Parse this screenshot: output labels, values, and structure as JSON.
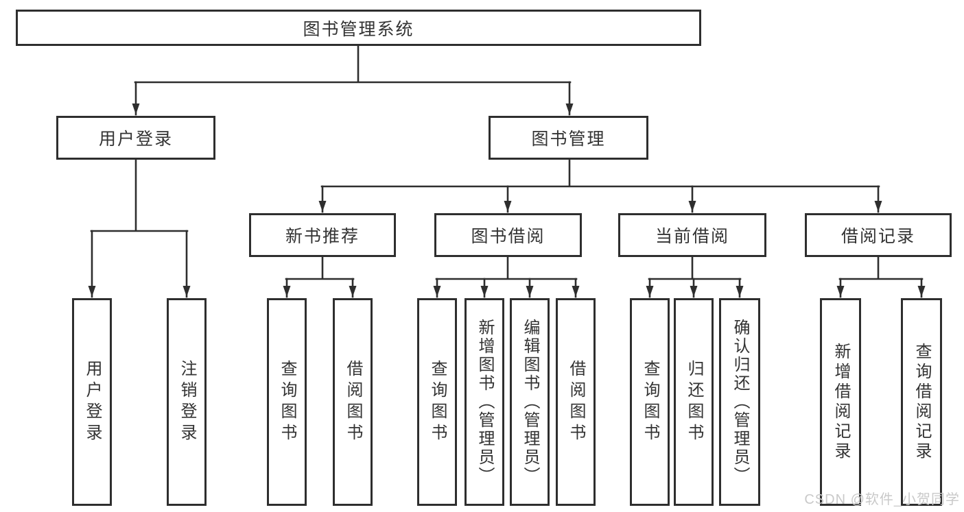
{
  "title": "图书管理系统",
  "watermark": "CSDN @软件_小贺同学",
  "colors": {
    "line": "#2e2e2e",
    "box_background": "#ffffff",
    "text": "#333333",
    "watermark": "#c9c9c9"
  },
  "tree": {
    "label": "图书管理系统",
    "children": [
      {
        "label": "用户登录",
        "children": [
          {
            "label": "用户登录"
          },
          {
            "label": "注销登录"
          }
        ]
      },
      {
        "label": "图书管理",
        "children": [
          {
            "label": "新书推荐",
            "children": [
              {
                "label": "查询图书"
              },
              {
                "label": "借阅图书"
              }
            ]
          },
          {
            "label": "图书借阅",
            "children": [
              {
                "label": "查询图书"
              },
              {
                "label": "新增图书（管理员）"
              },
              {
                "label": "编辑图书（管理员）"
              },
              {
                "label": "借阅图书"
              }
            ]
          },
          {
            "label": "当前借阅",
            "children": [
              {
                "label": "查询图书"
              },
              {
                "label": "归还图书"
              },
              {
                "label": "确认归还（管理员）"
              }
            ]
          },
          {
            "label": "借阅记录",
            "children": [
              {
                "label": "新增借阅记录"
              },
              {
                "label": "查询借阅记录"
              }
            ]
          }
        ]
      }
    ]
  }
}
